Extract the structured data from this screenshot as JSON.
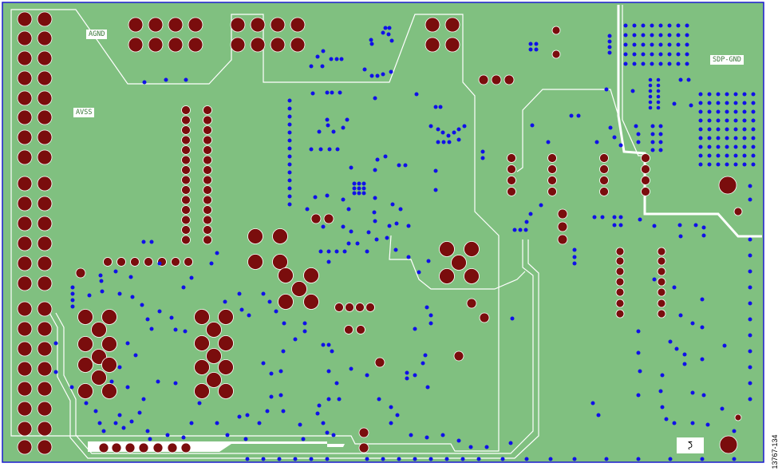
{
  "figure_id": "13767-134",
  "layer_marker": "ζ",
  "net_labels": {
    "agnd": "AGND",
    "avss": "AVSS",
    "sdp_gnd": "SDP-GND"
  },
  "colors": {
    "board_fill": "#80c080",
    "board_border": "#1c1ccf",
    "pad_fill": "#7a0d0d",
    "via_fill": "#1010e8",
    "trace_outline": "#ffffff"
  }
}
